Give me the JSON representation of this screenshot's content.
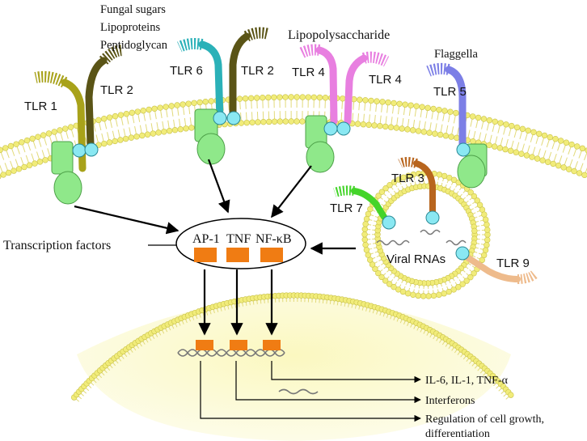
{
  "ligands": {
    "tlr12": [
      "Fungal sugars",
      "Lipoproteins",
      "Peptidoglycan"
    ],
    "tlr4": "Lipopolysaccharide",
    "tlr5": "Flaggella"
  },
  "receptors": {
    "tlr1": "TLR 1",
    "tlr2a": "TLR 2",
    "tlr6": "TLR 6",
    "tlr2b": "TLR 2",
    "tlr4a": "TLR 4",
    "tlr4b": "TLR 4",
    "tlr5": "TLR 5",
    "tlr3": "TLR 3",
    "tlr7": "TLR 7",
    "tlr9": "TLR 9"
  },
  "endosome_label": "Viral RNAs",
  "transcription": {
    "label": "Transcription factors",
    "factors": [
      "AP-1",
      "TNF",
      "NF-κB"
    ]
  },
  "outputs": [
    "IL-6, IL-1, TNF-α",
    "Interferons",
    "Regulation of cell growth,",
    "differentiation"
  ],
  "colors": {
    "tlr1": "#a8a21a",
    "tlr2": "#5a5416",
    "tlr6": "#2bb1b8",
    "tlr4": "#e87fe0",
    "tlr5": "#7c7fe6",
    "tlr3": "#b8651e",
    "tlr7": "#44d42a",
    "tlr9": "#eebb8c",
    "adaptor": "#8fe88a",
    "tir": "#8ae8f2",
    "membrane": "#f1ec7a",
    "factor_box": "#f07c13",
    "nucleus_fill": "#fbf9cf"
  }
}
